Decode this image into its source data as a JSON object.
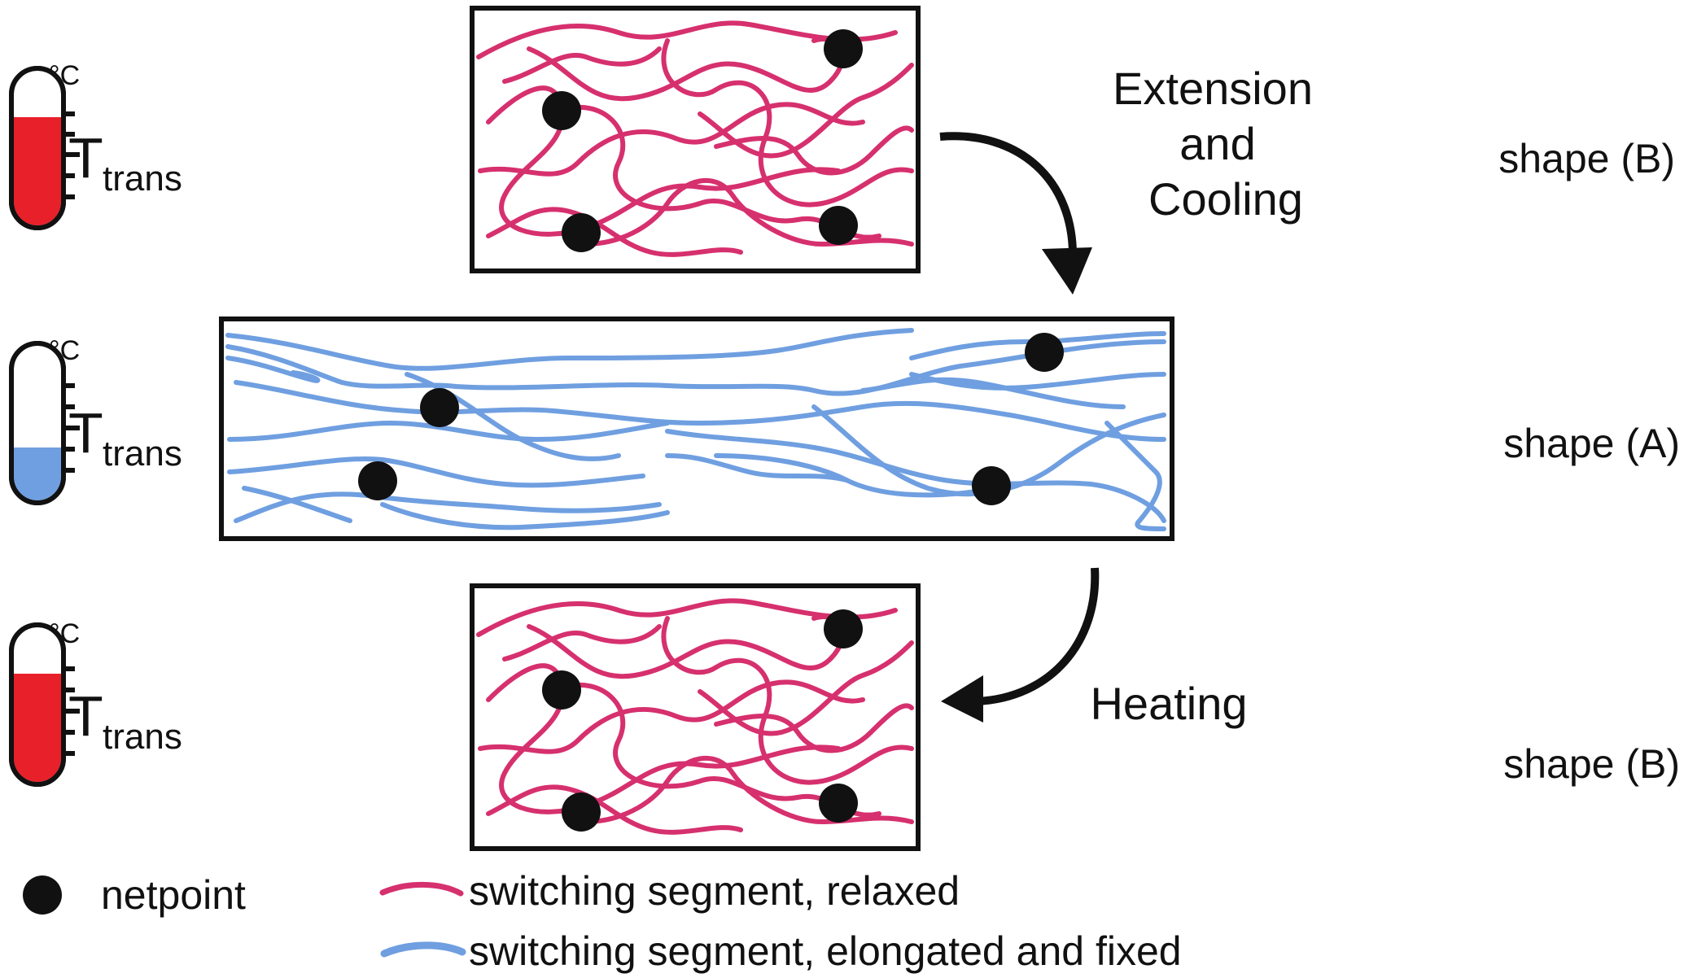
{
  "rows": [
    {
      "id": "top",
      "thermo": {
        "unit": "°C",
        "label": "T",
        "sub": "trans",
        "fill_level": 0.72,
        "fill_color": "#e8202a"
      },
      "shape_label": "shape (B)",
      "state": "relaxed"
    },
    {
      "id": "middle",
      "thermo": {
        "unit": "°C",
        "label": "T",
        "sub": "trans",
        "fill_level": 0.3,
        "fill_color": "#6f9fe0"
      },
      "shape_label": "shape (A)",
      "state": "elongated"
    },
    {
      "id": "bottom",
      "thermo": {
        "unit": "°C",
        "label": "T",
        "sub": "trans",
        "fill_level": 0.72,
        "fill_color": "#e8202a"
      },
      "shape_label": "shape (B)",
      "state": "relaxed"
    }
  ],
  "transitions": {
    "step1": [
      "Extension",
      "and",
      "Cooling"
    ],
    "step2": "Heating"
  },
  "legend": {
    "netpoint": "netpoint",
    "relaxed": "switching segment, relaxed",
    "elongated": "switching segment, elongated and fixed"
  },
  "colors": {
    "relaxed": "#d6306e",
    "elongated": "#6f9fe0",
    "netpoint": "#111111",
    "hot": "#e8202a",
    "cold": "#6f9fe0"
  },
  "icons": [
    "thermometer-icon",
    "netpoint-dot",
    "curved-arrow"
  ]
}
